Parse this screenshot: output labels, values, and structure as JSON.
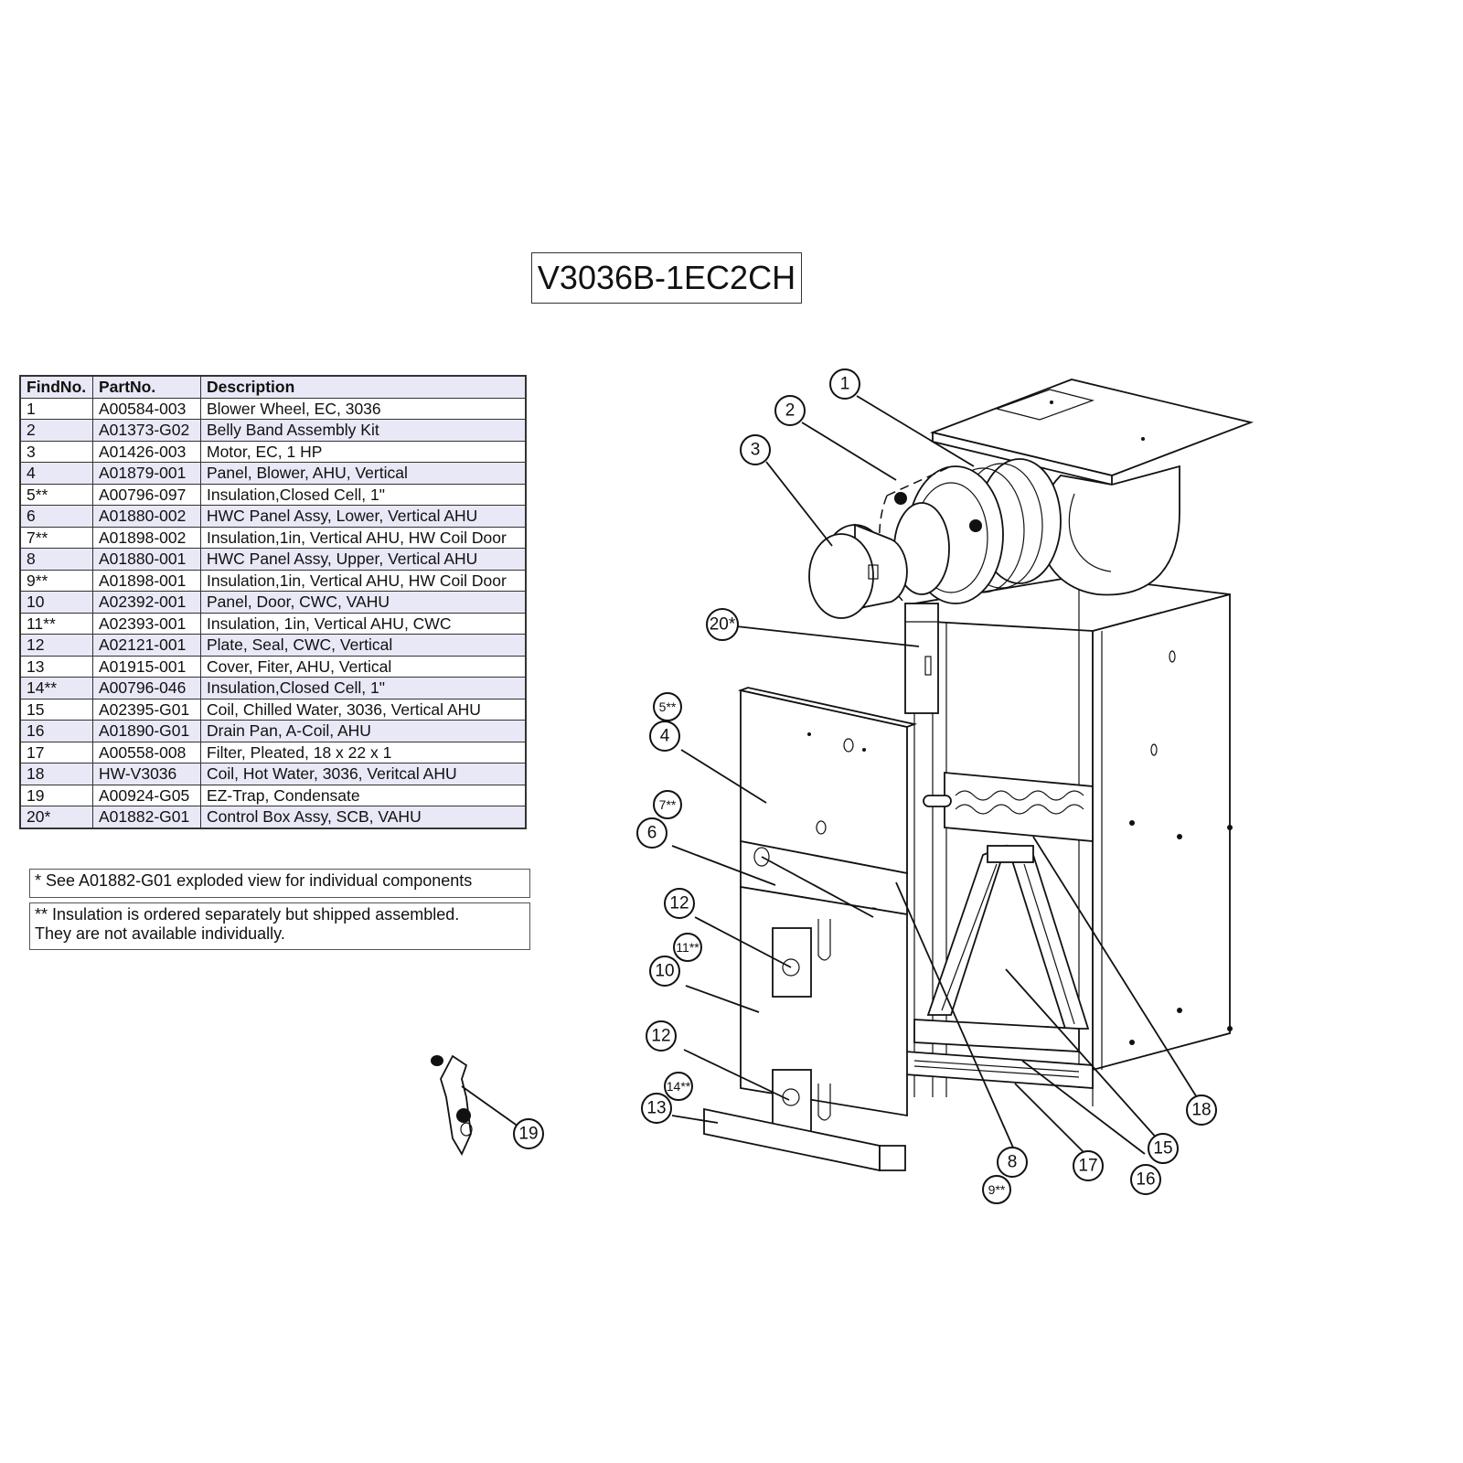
{
  "title": "V3036B-1EC2CH",
  "table": {
    "headers": [
      "FindNo.",
      "PartNo.",
      "Description"
    ],
    "rows": [
      {
        "find": "1",
        "part": "A00584-003",
        "desc": "Blower Wheel, EC, 3036"
      },
      {
        "find": "2",
        "part": "A01373-G02",
        "desc": "Belly Band Assembly Kit"
      },
      {
        "find": "3",
        "part": "A01426-003",
        "desc": "Motor, EC, 1 HP"
      },
      {
        "find": "4",
        "part": "A01879-001",
        "desc": "Panel, Blower, AHU, Vertical"
      },
      {
        "find": "5**",
        "part": "A00796-097",
        "desc": "Insulation,Closed Cell, 1\""
      },
      {
        "find": "6",
        "part": "A01880-002",
        "desc": "HWC Panel Assy, Lower, Vertical AHU"
      },
      {
        "find": "7**",
        "part": "A01898-002",
        "desc": "Insulation,1in, Vertical AHU, HW Coil Door"
      },
      {
        "find": "8",
        "part": "A01880-001",
        "desc": "HWC Panel Assy, Upper, Vertical AHU"
      },
      {
        "find": "9**",
        "part": "A01898-001",
        "desc": "Insulation,1in, Vertical AHU, HW Coil Door"
      },
      {
        "find": "10",
        "part": "A02392-001",
        "desc": "Panel, Door, CWC, VAHU"
      },
      {
        "find": "11**",
        "part": "A02393-001",
        "desc": "Insulation, 1in, Vertical AHU, CWC"
      },
      {
        "find": "12",
        "part": "A02121-001",
        "desc": "Plate, Seal, CWC, Vertical"
      },
      {
        "find": "13",
        "part": "A01915-001",
        "desc": "Cover, Fiter, AHU, Vertical"
      },
      {
        "find": "14**",
        "part": "A00796-046",
        "desc": "Insulation,Closed Cell, 1\""
      },
      {
        "find": "15",
        "part": "A02395-G01",
        "desc": "Coil, Chilled Water, 3036, Vertical AHU"
      },
      {
        "find": "16",
        "part": "A01890-G01",
        "desc": "Drain Pan, A-Coil, AHU"
      },
      {
        "find": "17",
        "part": "A00558-008",
        "desc": "Filter, Pleated, 18 x 22 x 1"
      },
      {
        "find": "18",
        "part": "HW-V3036",
        "desc": "Coil, Hot Water, 3036, Veritcal AHU"
      },
      {
        "find": "19",
        "part": "A00924-G05",
        "desc": "EZ-Trap, Condensate"
      },
      {
        "find": "20*",
        "part": "A01882-G01",
        "desc": "Control Box Assy, SCB, VAHU"
      }
    ]
  },
  "notes": {
    "single_star": "* See A01882-G01 exploded view for individual components",
    "double_star_line1": "** Insulation is ordered separately but shipped assembled.",
    "double_star_line2": "They are not available individually."
  },
  "callouts": [
    "1",
    "2",
    "3",
    "4",
    "5**",
    "6",
    "7**",
    "8",
    "9**",
    "10",
    "11**",
    "12",
    "12",
    "13",
    "14**",
    "15",
    "16",
    "17",
    "18",
    "19",
    "20*"
  ],
  "colors": {
    "table_band": "#e8e8f6",
    "line": "#111111",
    "background": "#ffffff"
  }
}
